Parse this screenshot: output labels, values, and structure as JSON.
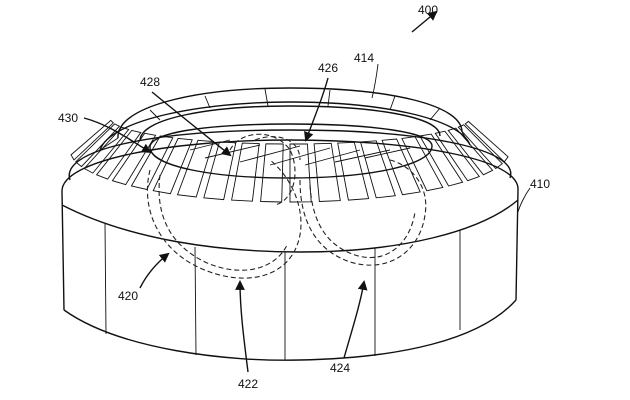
{
  "figure": {
    "reference_labels": {
      "device": "400",
      "outer_housing": "410",
      "top_ring": "414",
      "left_zone": "420",
      "center_zone": "422",
      "right_zone": "424",
      "lens_top": "426",
      "inner_element": "428",
      "edge": "430"
    }
  }
}
